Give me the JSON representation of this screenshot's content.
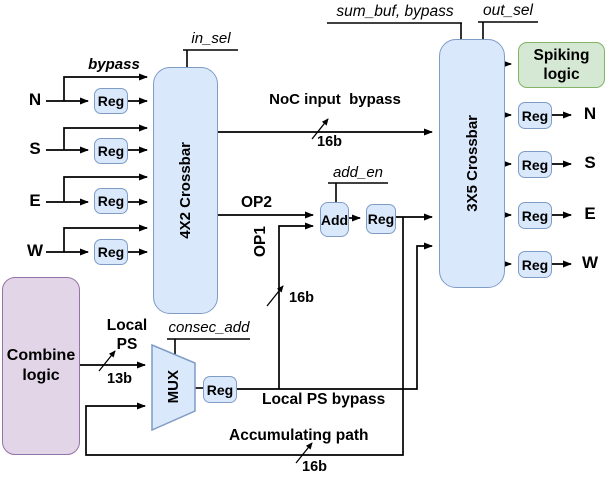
{
  "colors": {
    "blue_fill": "#dae8fc",
    "blue_stroke": "#7e9cc6",
    "green_fill": "#d5e8d4",
    "green_stroke": "#82b366",
    "purple_fill": "#e1d5e7",
    "purple_stroke": "#9673a6",
    "wire": "#000000"
  },
  "blocks": {
    "crossbar_in": "4X2 Crossbar",
    "crossbar_out": "3X5 Crossbar",
    "spiking_logic": "Spiking logic",
    "combine_logic": "Combine logic",
    "add": "Add",
    "mux": "MUX",
    "reg": "Reg"
  },
  "ports": {
    "in": [
      "N",
      "S",
      "E",
      "W"
    ],
    "out": [
      "N",
      "S",
      "E",
      "W"
    ]
  },
  "control_signals": {
    "bypass": "bypass",
    "in_sel": "in_sel",
    "sum_buf_bypass": "sum_buf, bypass",
    "out_sel": "out_sel",
    "add_en": "add_en",
    "consec_add": "consec_add"
  },
  "wire_labels": {
    "noc_input_bypass": "NoC input  bypass",
    "op2": "OP2",
    "op1": "OP1",
    "local_ps": "Local PS",
    "local_ps_bypass": "Local PS bypass",
    "accumulating_path": "Accumulating path"
  },
  "bus_widths": {
    "noc": "16b",
    "op1": "16b",
    "local_ps": "13b",
    "accumulating": "16b"
  }
}
